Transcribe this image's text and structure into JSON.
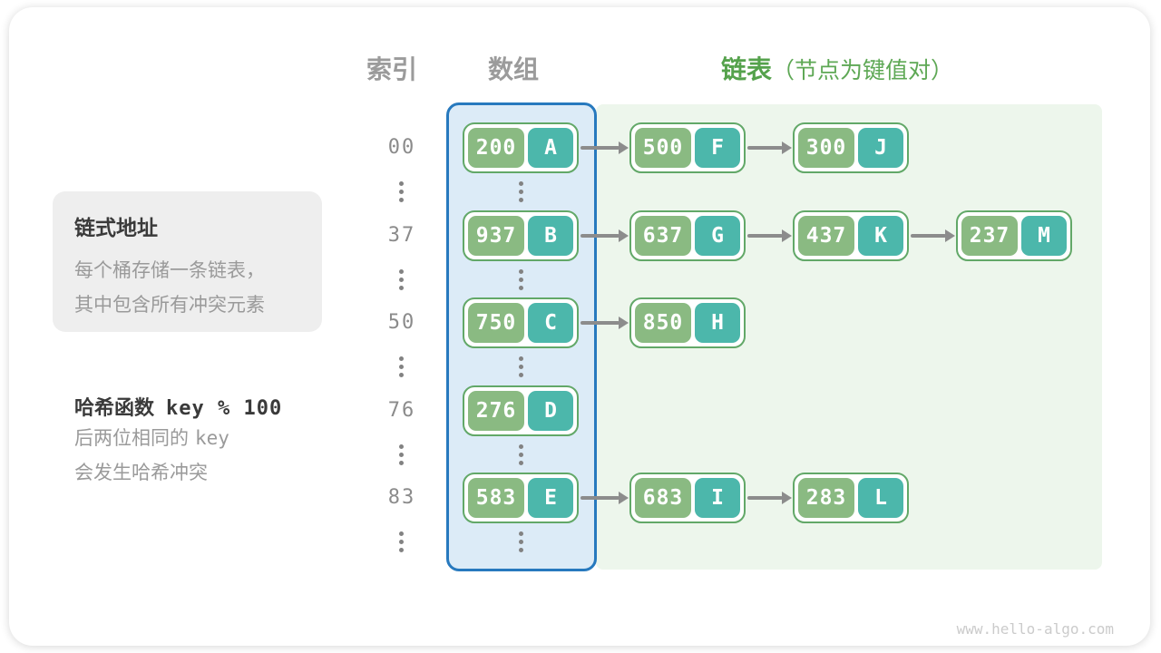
{
  "page": {
    "watermark": "www.hello-algo.com"
  },
  "headers": {
    "index": "索引",
    "array": "数组",
    "list": "链表",
    "list_note": "（节点为键值对）"
  },
  "info_box": {
    "title": "链式地址",
    "lines": [
      "每个桶存储一条链表，",
      "其中包含所有冲突元素"
    ]
  },
  "hash_note": {
    "title": "哈希函数",
    "formula": "key % 100",
    "line1_text": "后两位相同的",
    "line1_code": "key",
    "line2": "会发生哈希冲突"
  },
  "hash_table": {
    "ellipsis": "⋮",
    "rows": [
      {
        "index": "00",
        "bucket": {
          "key": "200",
          "value": "A"
        },
        "chain": [
          {
            "key": "500",
            "value": "F"
          },
          {
            "key": "300",
            "value": "J"
          }
        ]
      },
      {
        "index": "37",
        "bucket": {
          "key": "937",
          "value": "B"
        },
        "chain": [
          {
            "key": "637",
            "value": "G"
          },
          {
            "key": "437",
            "value": "K"
          },
          {
            "key": "237",
            "value": "M"
          }
        ]
      },
      {
        "index": "50",
        "bucket": {
          "key": "750",
          "value": "C"
        },
        "chain": [
          {
            "key": "850",
            "value": "H"
          }
        ]
      },
      {
        "index": "76",
        "bucket": {
          "key": "276",
          "value": "D"
        },
        "chain": []
      },
      {
        "index": "83",
        "bucket": {
          "key": "583",
          "value": "E"
        },
        "chain": [
          {
            "key": "683",
            "value": "I"
          },
          {
            "key": "283",
            "value": "L"
          }
        ]
      }
    ]
  },
  "colors": {
    "key_green": "#8aba82",
    "value_teal": "#4cb7ab",
    "node_border": "#62a868",
    "array_fill": "#dcebf7",
    "array_border": "#2779be",
    "list_fill": "#edf6ec",
    "arrow_gray": "#8c8c8c",
    "header_green": "#55a24c",
    "header_gray": "#9b9b9b"
  }
}
